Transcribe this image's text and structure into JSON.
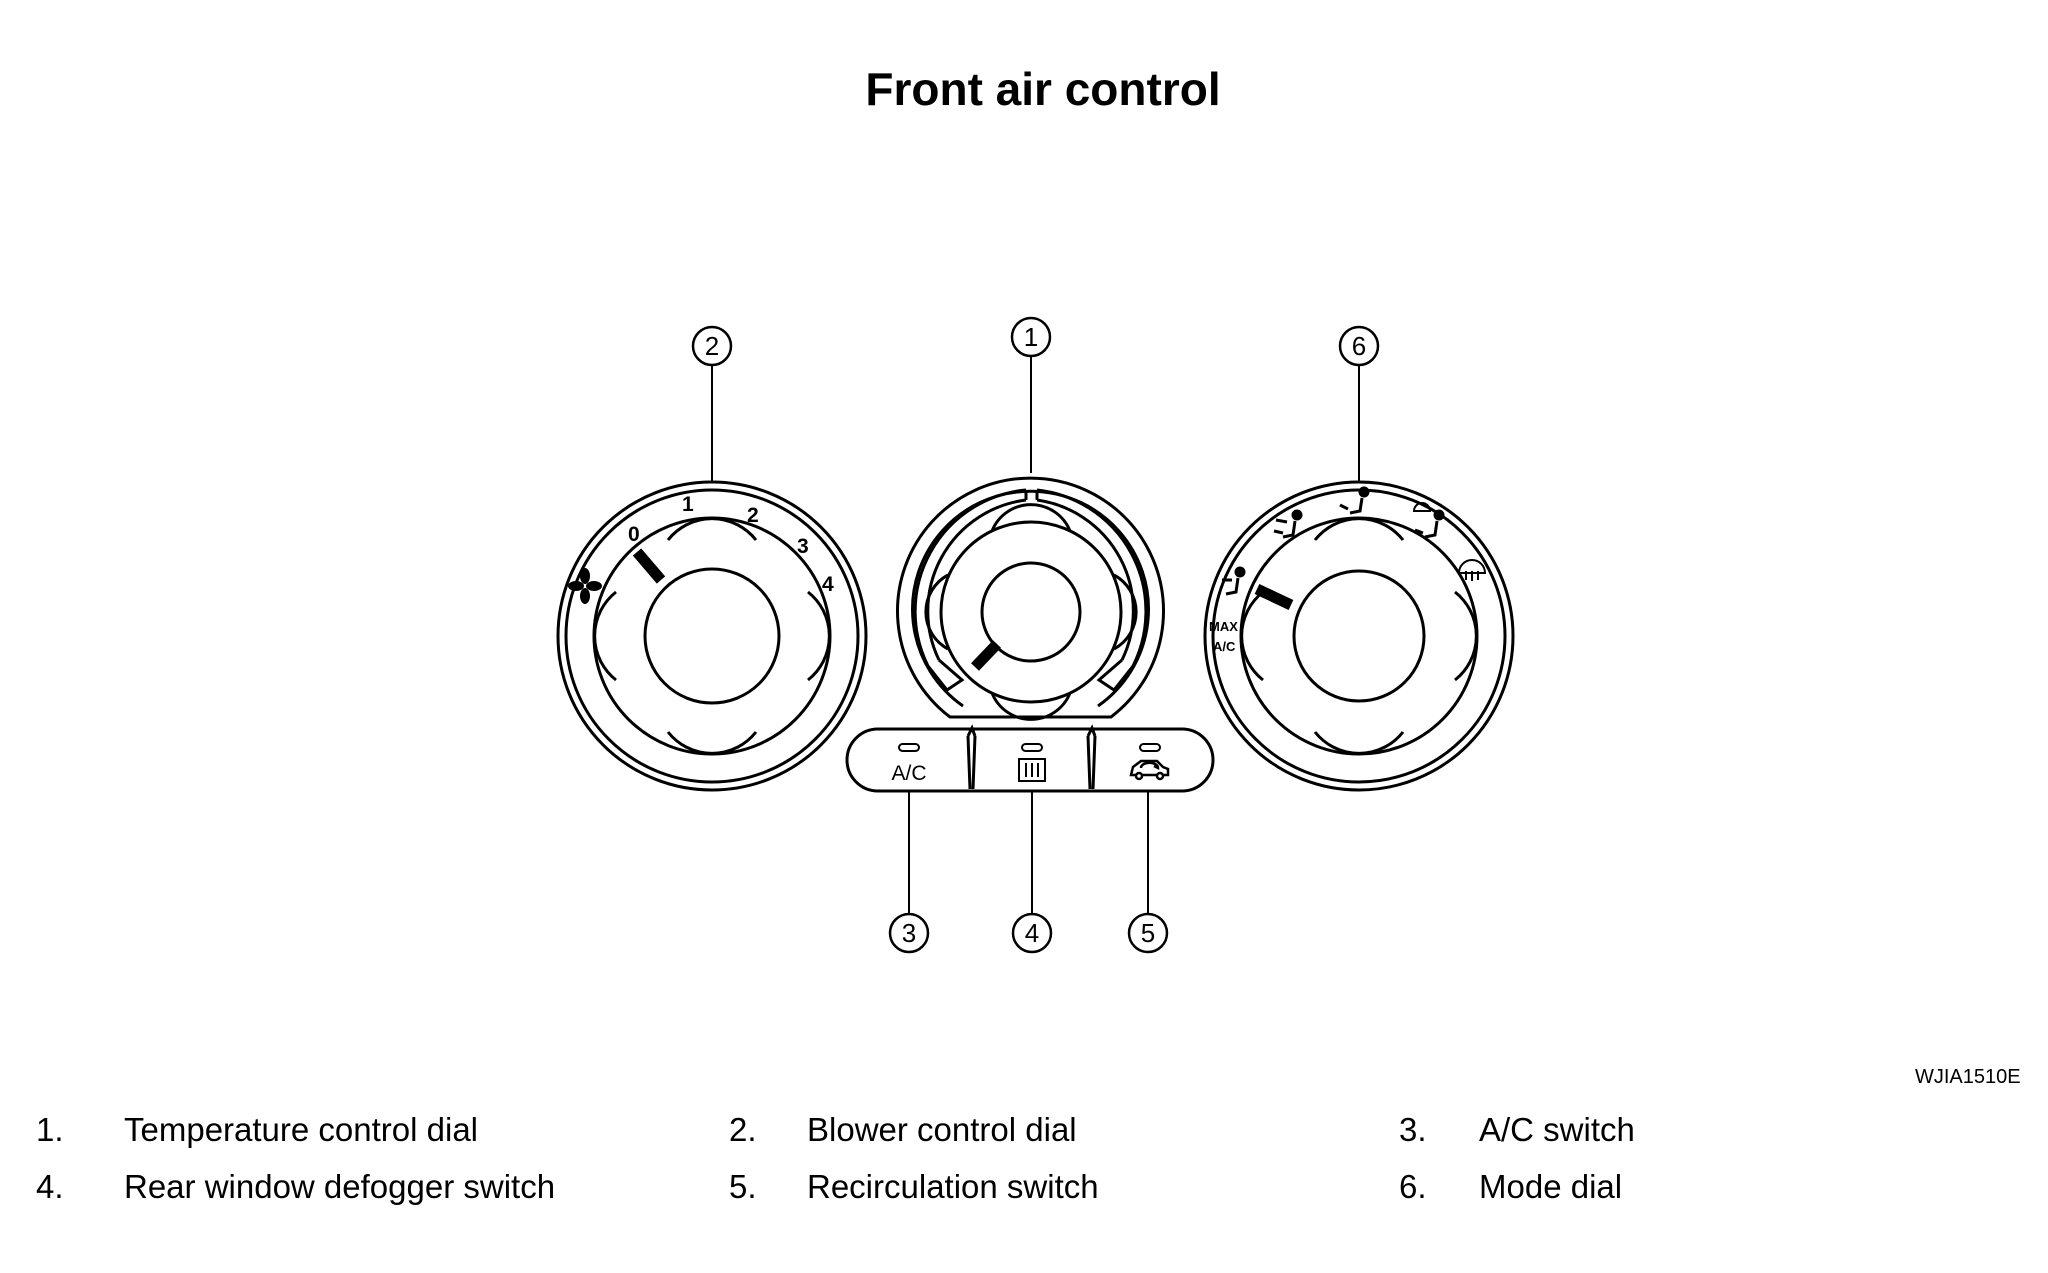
{
  "title": "Front air control",
  "figure_code": "WJIA1510E",
  "callouts": {
    "c1": "1",
    "c2": "2",
    "c3": "3",
    "c4": "4",
    "c5": "5",
    "c6": "6"
  },
  "blower_dial": {
    "scale": [
      "0",
      "1",
      "2",
      "3",
      "4"
    ],
    "icon": "fan-icon"
  },
  "mode_dial": {
    "max_label": "MAX",
    "ac_label": "A/C",
    "icons": [
      "vent-face-icon",
      "vent-bilevel-icon",
      "vent-foot-icon",
      "vent-foot-defrost-icon",
      "defrost-icon"
    ]
  },
  "button_bar": {
    "ac_label": "A/C",
    "defogger_icon": "rear-defogger-icon",
    "recirculation_icon": "recirculation-icon"
  },
  "legend": [
    {
      "num": "1.",
      "text": "Temperature control dial"
    },
    {
      "num": "2.",
      "text": "Blower control dial"
    },
    {
      "num": "3.",
      "text": "A/C switch"
    },
    {
      "num": "4.",
      "text": "Rear window defogger switch"
    },
    {
      "num": "5.",
      "text": "Recirculation switch"
    },
    {
      "num": "6.",
      "text": "Mode dial"
    }
  ]
}
